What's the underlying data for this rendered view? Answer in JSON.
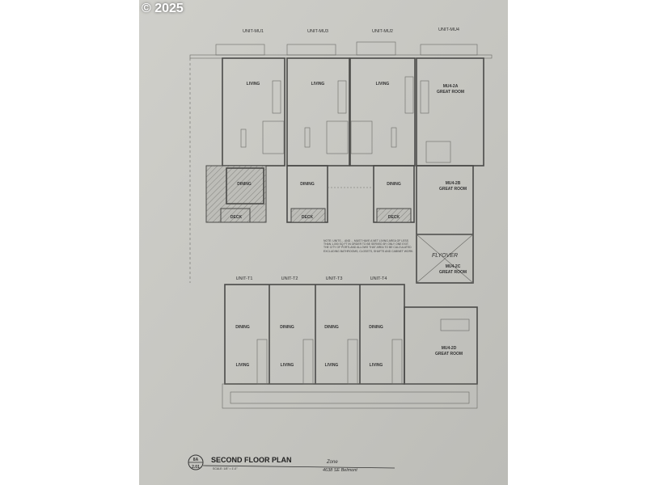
{
  "watermark": "© 2025",
  "drawing": {
    "title": "SECOND FLOOR PLAN",
    "sheet_ref_top": "8A",
    "sheet_ref_bottom": "2.01",
    "scale": "SCALE: 1/8\" = 1'-0\"",
    "handwritten_note": [
      "Zone",
      "4638 SE Belmont"
    ],
    "flyover_note": "FLYOVER",
    "note": "NOTE: UNITS ... AND ... MUST HAVE A NET LIVING AREA OF LESS THAN 1,000 SQ FT IN ORDER TO BE SERVED BY ONLY ONE EXIT. THE CITY OF PORTLAND ALLOWS THAT AREA TO BE CALCULATED EXCLUDING BATHROOMS, CLOSETS, SHAFTS AND CABINET WORK."
  },
  "upper_units": [
    {
      "name": "UNIT-MU1",
      "rooms": [
        "LIVING",
        "DINING",
        "DECK"
      ]
    },
    {
      "name": "UNIT-MU3",
      "rooms": [
        "LIVING",
        "DINING",
        "DECK"
      ]
    },
    {
      "name": "UNIT-MU2",
      "rooms": [
        "LIVING",
        "DINING",
        "DECK"
      ]
    },
    {
      "name": "UNIT-MU4",
      "rooms": [
        "MU4-2A",
        "GREAT ROOM"
      ]
    }
  ],
  "side_units": [
    {
      "code": "MU4-2B",
      "room": "GREAT ROOM"
    },
    {
      "code": "MU4-2C",
      "room": "GREAT ROOM"
    },
    {
      "code": "MU4-2D",
      "room": "GREAT ROOM"
    }
  ],
  "lower_units": [
    {
      "name": "UNIT-T1",
      "rooms": [
        "DINING",
        "LIVING"
      ]
    },
    {
      "name": "UNIT-T2",
      "rooms": [
        "DINING",
        "LIVING"
      ]
    },
    {
      "name": "UNIT-T3",
      "rooms": [
        "DINING",
        "LIVING"
      ]
    },
    {
      "name": "UNIT-T4",
      "rooms": [
        "DINING",
        "LIVING"
      ]
    }
  ],
  "colors": {
    "paper": "#c8c8c3",
    "lines": "#4a4a48"
  }
}
